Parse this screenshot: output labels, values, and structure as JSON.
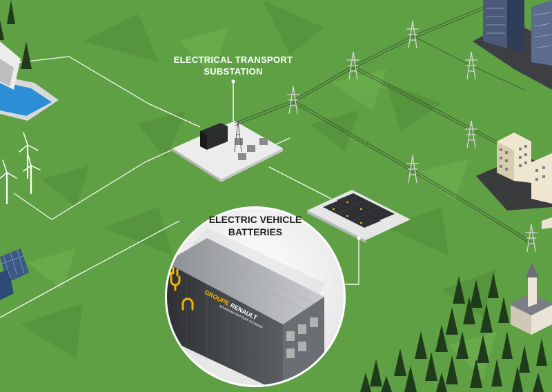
{
  "labels": {
    "substation_line1": "ELECTRICAL TRANSPORT",
    "substation_line2": "SUBSTATION",
    "batteries_line1": "ELECTRIC VEHICLE",
    "batteries_line2": "BATTERIES"
  },
  "container_branding": {
    "word1": "GROUPE",
    "word2": "RENAULT",
    "tagline": "ADVANCED BATTERY STORAGE"
  },
  "colors": {
    "grass": "#5fa044",
    "flow_line": "#ffffff",
    "brand_yellow": "#f2b300",
    "container": "#3d4044"
  },
  "icons": [
    "plug-icon",
    "power-pylon-icon",
    "wind-turbine-icon",
    "solar-panel-icon",
    "pine-tree-icon",
    "church-icon"
  ]
}
